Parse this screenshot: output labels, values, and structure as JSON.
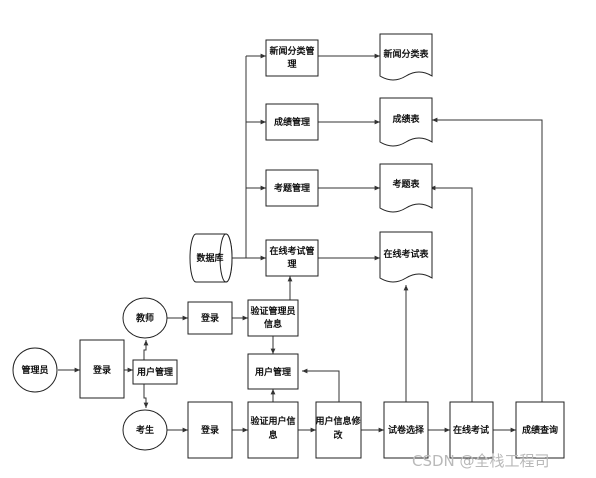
{
  "nodes": {
    "admin": "管理员",
    "login_admin": "登录",
    "user_mgmt": "用户管理",
    "teacher": "教师",
    "login_teacher": "登录",
    "verify_admin_line1": "验证管理员",
    "verify_admin_line2": "信息",
    "user_mgmt2": "用户管理",
    "student": "考生",
    "login_student": "登录",
    "verify_user_line1": "验证用户信",
    "verify_user_line2": "息",
    "user_info_edit_line1": "用户信息修",
    "user_info_edit_line2": "改",
    "select_exam": "试卷选择",
    "online_exam": "在线考试",
    "score_query": "成绩查询",
    "database": "数据库",
    "news_mgmt_line1": "新闻分类管",
    "news_mgmt_line2": "理",
    "score_mgmt": "成绩管理",
    "question_mgmt": "考题管理",
    "online_exam_mgmt_line1": "在线考试管",
    "online_exam_mgmt_line2": "理",
    "news_table": "新闻分类表",
    "score_table": "成绩表",
    "question_table": "考题表",
    "online_exam_table": "在线考试表"
  },
  "watermark": "CSDN @全栈工程司"
}
